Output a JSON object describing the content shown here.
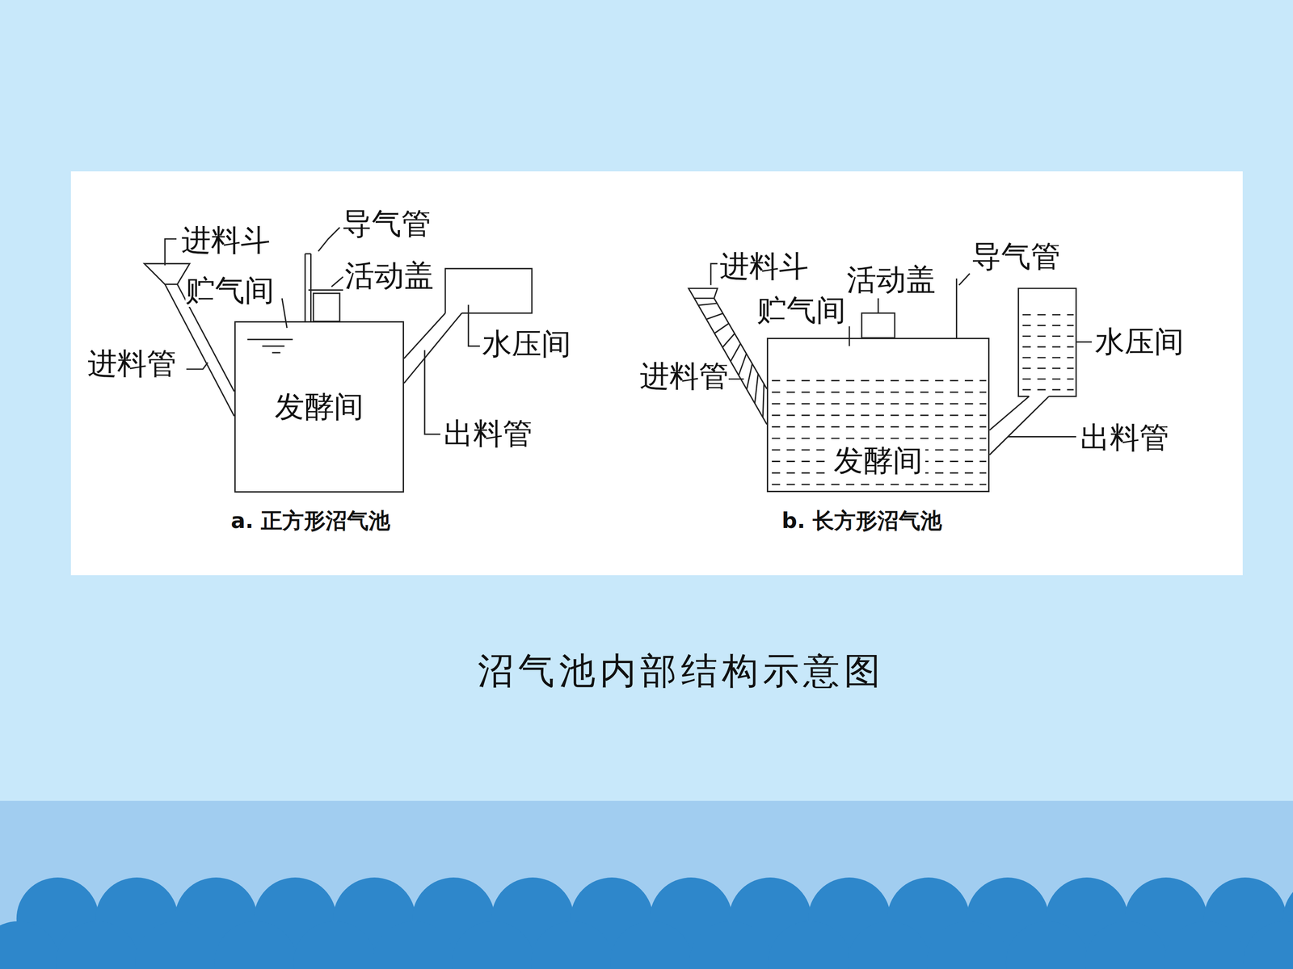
{
  "diagram": {
    "caption": "沼气池内部结构示意图",
    "nodes": [
      {
        "text": [
          "发酵间"
        ]
      },
      {
        "text": [
          "发酵间"
        ]
      }
    ],
    "labels": [
      "进料斗",
      "贮气间",
      "导气管",
      "活动盖",
      "水压间",
      "进料管",
      "出料管",
      "a. 正方形沼气池",
      "进料斗",
      "活动盖",
      "导气管",
      "贮气间",
      "水压间",
      "进料管",
      "出料管",
      "b. 长方形沼气池"
    ]
  }
}
